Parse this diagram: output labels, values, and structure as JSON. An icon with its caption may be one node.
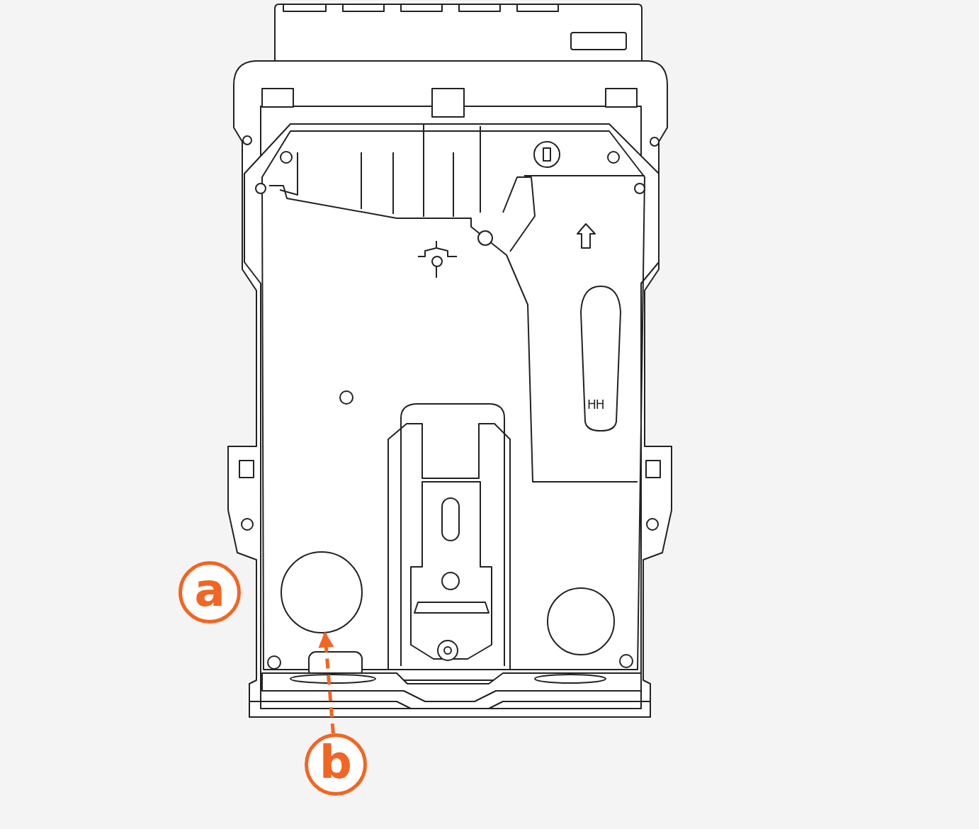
{
  "diagram": {
    "nodes": [
      {
        "text": [
          "a"
        ]
      },
      {
        "text": [
          "b"
        ]
      },
      {
        "text": [],
        "shape": "circle"
      }
    ],
    "edges": [
      {
        "from": 1,
        "to": 2,
        "arrow": "to",
        "style": "dashed"
      }
    ],
    "labels": [
      "HH"
    ]
  }
}
